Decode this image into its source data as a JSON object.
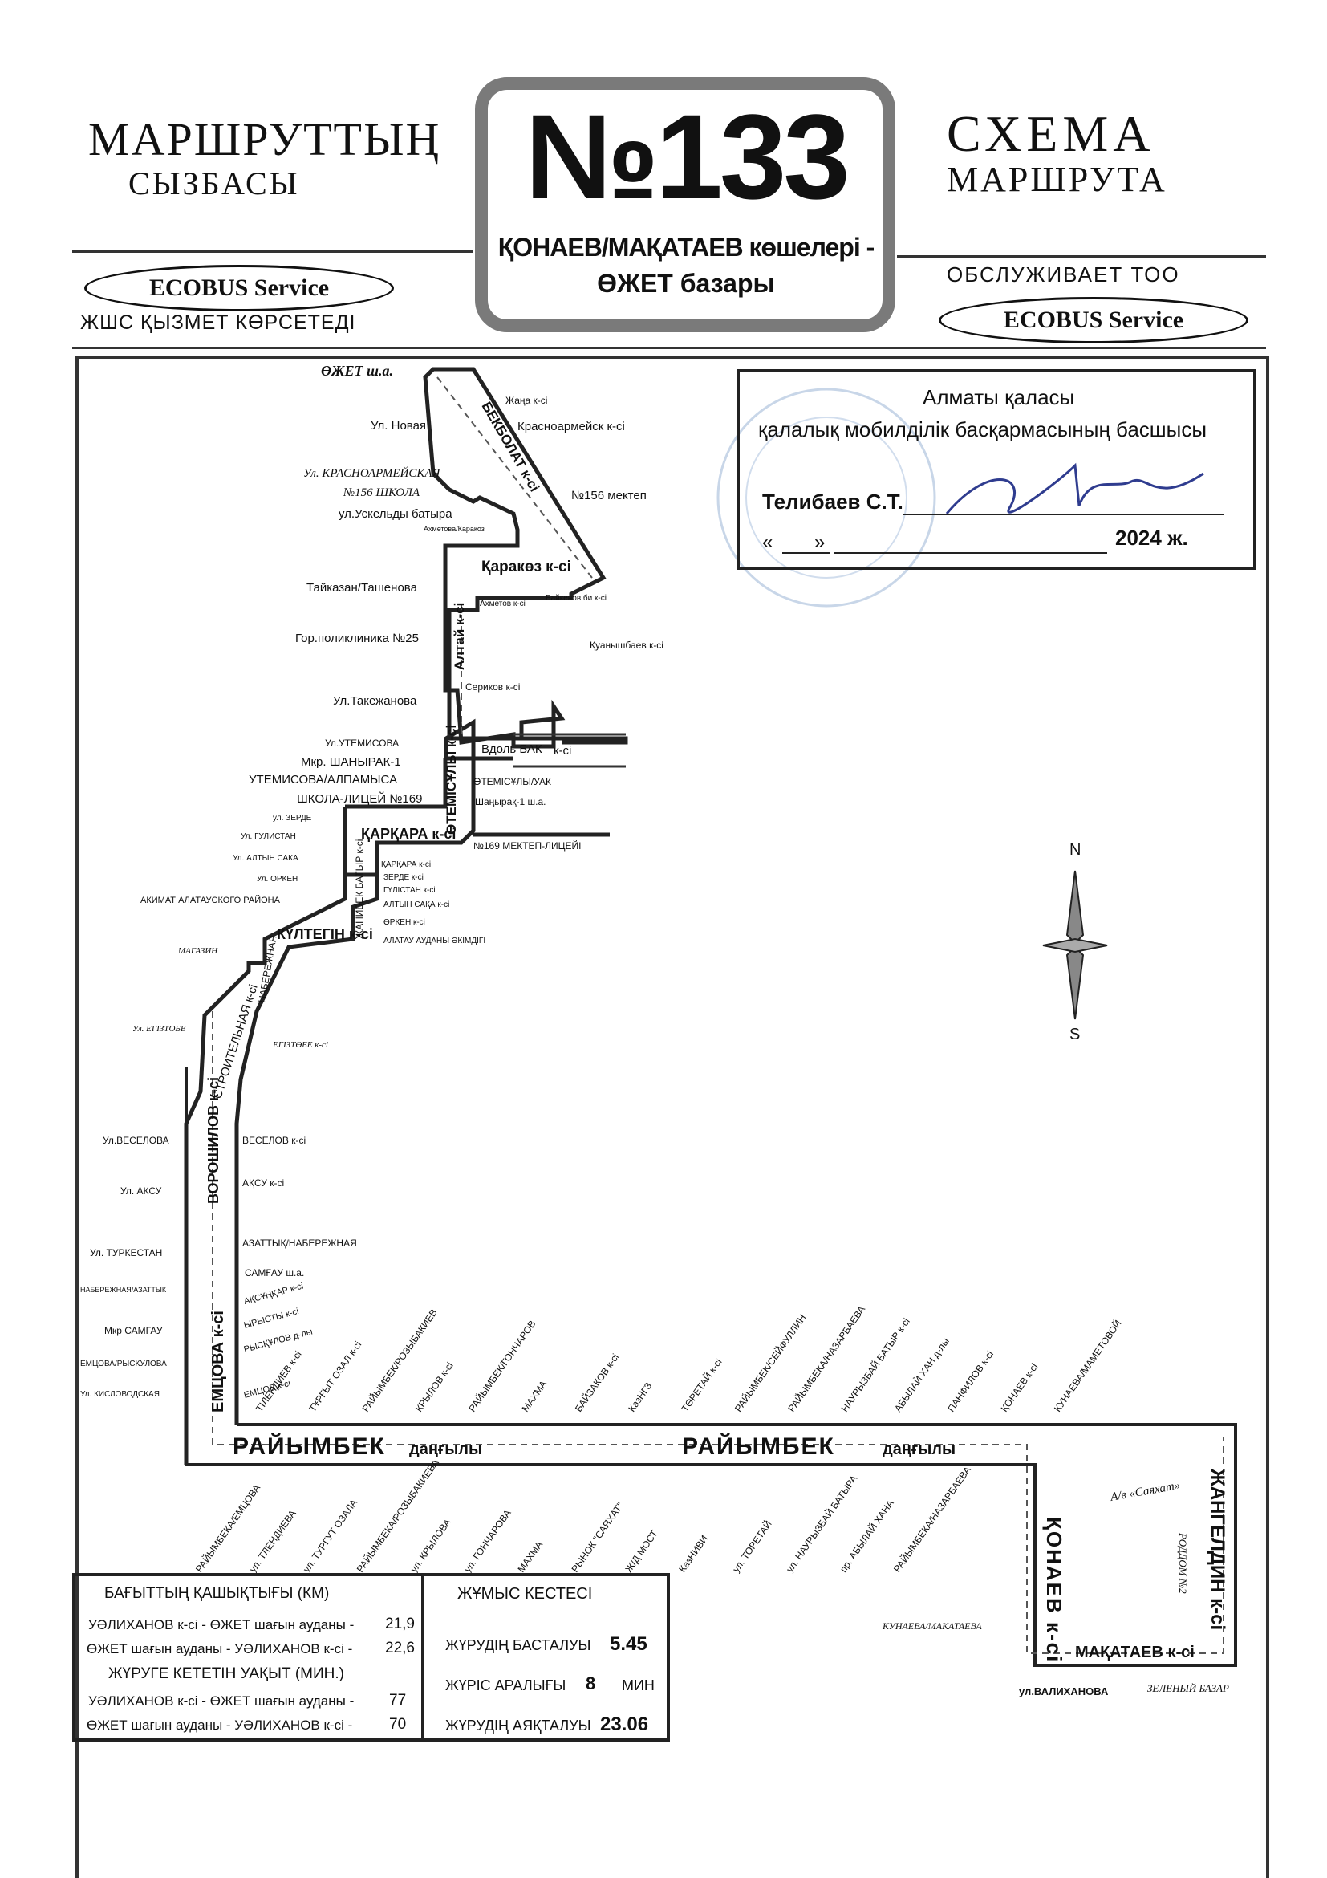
{
  "header": {
    "left_line1": "МАРШРУТТЫҢ",
    "left_line2": "СЫЗБАСЫ",
    "right_line1": "СХЕМА",
    "right_line2": "МАРШРУТА",
    "route_number": "№133",
    "route_name_line1": "ҚОНАЕВ/МАҚАТАЕВ көшелері -",
    "route_name_line2": "ӨЖЕТ базары",
    "operator_left": "ECOBUS Service",
    "operator_left_caption": "ЖШС ҚЫЗМЕТ КӨРСЕТЕДІ",
    "operator_right_caption": "ОБСЛУЖИВАЕТ ТОО",
    "operator_right": "ECOBUS Service"
  },
  "approval": {
    "line1": "Алматы қаласы",
    "line2": "қалалық мобилділік басқармасының басшысы",
    "signatory": "Телибаев С.Т.",
    "date_open": "«",
    "date_close": "»",
    "year": "2024 ж."
  },
  "compass": {
    "north": "N",
    "south": "S"
  },
  "streets": {
    "raiymbek": "РАЙЫМБЕК",
    "dangyly": "даңғылы",
    "konaev": "ҚОНАЕВ к-сі",
    "makataev": "МАҚАТАЕВ к-сі",
    "zhangeldin": "ЖАНГЕЛДИН к-сі",
    "emtsova": "ЕМЦОВА к-сі",
    "voroshilov": "ВОРОШИЛОВ к-сі",
    "stroitelnaya": "СТРОИТЕЛЬНАЯ к-сі",
    "naberezhnaya": "НАБЕРЕЖНАЯ",
    "kultegin": "КҮЛТЕГІН к-сі",
    "karkara": "ҚАРҚАРА к-сі",
    "otemisuly": "ӨТЕМІСҰЛЫ к-сі",
    "altai": "Алтай к-сі",
    "karakoz": "Қаракөз к-сі",
    "bekbolat": "БЕКБОЛАТ к-сі",
    "zhanibek": "ЖАНИБЕК БАТЫР к-сі",
    "vdol_bak": "Вдоль БАК",
    "kmg": "к-сі"
  },
  "top_labels": {
    "ozhet": "ӨЖЕТ ш.а.",
    "zhana": "Жаңа к-сі",
    "novaya": "Ул. Новая",
    "krasnoarmeisk": "Красноармейск к-сі",
    "krasnoarm_ul": "Ул. КРАСНОАРМЕЙСКАЯ",
    "shkola156": "№156 ШКОЛА",
    "mektep156": "№156 мектеп",
    "uskeldy": "ул.Ускельды батыра",
    "akhmetova_karakoz": "Ахметова/Каракоз",
    "taikazan": "Тайказан/Ташенова",
    "akhmetov": "Ахметов к-сі",
    "baikenov": "Байкенов би к-сі",
    "poliklinika": "Гор.поликлиника №25",
    "kuanyshbaev": "Қуанышбаев к-сі",
    "serikov": "Сериков к-сі",
    "takezhanova": "Ул.Такежанова",
    "utemisova": "Ул.УТЕМИСОВА",
    "shanyrak1": "Мкр. ШАНЫРАК-1",
    "utemisova_alpamysa": "УТЕМИСОВА/АЛПАМЫСА",
    "shkola169": "ШКОЛА-ЛИЦЕЙ №169",
    "otemisuly_uak": "ӨТЕМІСҰЛЫ/УАК",
    "shanyrak1_sha": "Шаңырақ-1 ш.а.",
    "mektep169": "№169 МЕКТЕП-ЛИЦЕЙІ",
    "zerde": "ул. ЗЕРДЕ",
    "gulistan": "Ул. ГУЛИСТАН",
    "altyn_saka": "Ул. АЛТЫН САКА",
    "orken": "Ул. ОРКЕН",
    "akimat": "АКИМАТ АЛАТАУСКОГО РАЙОНА",
    "karkara_ksi": "ҚАРҚАРА к-сі",
    "zerde_ksi": "ЗЕРДЕ к-сі",
    "gulistan_ksi": "ГҮЛІСТАН к-сі",
    "altyn_saka_ksi": "АЛТЫН САҚА к-сі",
    "orken_ksi": "ӨРКЕН к-сі",
    "alatau_akim": "АЛАТАУ АУДАНЫ ӘКІМДІГІ",
    "magazin": "МАГАЗИН",
    "egiztobe": "Ул. ЕГІЗТОБЕ",
    "egiztobe_ksi": "ЕГІЗТӨБЕ к-сі",
    "veselova": "Ул.ВЕСЕЛОВА",
    "veselov_ksi": "ВЕСЕЛОВ к-сі",
    "aksu": "Ул. АКСУ",
    "aksu_ksi": "АҚСУ к-сі",
    "turkestan": "Ул. ТУРКЕСТАН",
    "azattyk": "АЗАТТЫҚ/НАБЕРЕЖНАЯ",
    "naberezh_azat": "НАБЕРЕЖНАЯ/АЗАТТЫК",
    "samgau_sha": "САМҒАУ ш.а.",
    "samgau": "Мкр САМГАУ",
    "aksunkar": "АҚСҰҢҚАР к-сі",
    "yrysty": "ЫРЫСТЫ к-сі",
    "emtsova_ryskulova": "ЕМЦОВА/РЫСКУЛОВА",
    "ryskulov": "РЫСҚҰЛОВ д-лы",
    "kislovodskaya": "Ул. КИСЛОВОДСКАЯ",
    "emtsov_ksi": "ЕМЦОВ к-сі"
  },
  "raiymbek_top": [
    "ТІЛЕНДИЕВ к-сі",
    "ТҰРҒЫТ ОЗАЛ к-сі",
    "РАЙЫМБЕК/РОЗЫБАКИЕВ",
    "КРЫЛОВ к-сі",
    "РАЙЫМБЕК/ГОНЧАРОВ",
    "МАХМА",
    "БАЙЗАКОВ к-сі",
    "КазНГЗ",
    "ТӨРЕТАЙ к-сі",
    "РАЙЫМБЕК/СЕЙФУЛЛИН",
    "РАЙЫМБЕКА/НАЗАРБАЕВА",
    "НАУРЫЗБАЙ БАТЫР к-сі",
    "АБЫЛАЙ ХАН д-лы",
    "ПАНФИЛОВ к-сі",
    "ҚОНАЕВ к-сі",
    "КУНАЕВА/МАМЕТОВОЙ"
  ],
  "raiymbek_bottom": [
    "РАЙЫМБЕКА/ЕМЦОВА",
    "ул. ТЛЕНДИЕВА",
    "ул. ТУРГУТ ОЗАЛА",
    "РАЙЫМБЕКА/РОЗЫБАКИЕВА",
    "ул. КРЫЛОВА",
    "ул. ГОНЧАРОВА",
    "МАХМА",
    "РЫНОК \"САЯХАТ\"",
    "Ж/Д МОСТ",
    "КазНИВИ",
    "ул. ТОРЕТАЙ",
    "ул. НАУРЫЗБАЙ БАТЫРА",
    "пр. АБЫЛАЙ ХАНА",
    "РАЙЫМБЕКА/НАЗАРБАЕВА"
  ],
  "bottom_right": {
    "sayahat": "А/в «Саяхат»",
    "roddom": "РОДДОМ №2",
    "kunaeva_makataeva": "КУНАЕВА/МАКАТАЕВА",
    "valikhanova": "ул.ВАЛИХАНОВА",
    "zeleny": "ЗЕЛЕНЫЙ БАЗАР"
  },
  "distance": {
    "title": "БАҒЫТТЫҢ ҚАШЫҚТЫҒЫ (КМ)",
    "rows": [
      {
        "label": "УӘЛИХАНОВ к-сі  - ӨЖЕТ шағын ауданы -",
        "value": "21,9"
      },
      {
        "label": "ӨЖЕТ шағын ауданы - УӘЛИХАНОВ к-сі -",
        "value": "22,6"
      }
    ],
    "time_title": "ЖҮРУГЕ КЕТЕТІН УАҚЫТ (МИН.)",
    "time_rows": [
      {
        "label": "УӘЛИХАНОВ к-сі - ӨЖЕТ шағын ауданы -",
        "value": "77"
      },
      {
        "label": "ӨЖЕТ шағын ауданы - УӘЛИХАНОВ к-сі -",
        "value": "70"
      }
    ]
  },
  "schedule": {
    "title": "ЖҰМЫС КЕСТЕСІ",
    "start_label": "ЖҮРУДІҢ БАСТАЛУЫ",
    "start_value": "5.45",
    "interval_label": "ЖҮРІС АРАЛЫҒЫ",
    "interval_value": "8",
    "interval_unit": "МИН",
    "end_label": "ЖҮРУДІҢ АЯҚТАЛУЫ",
    "end_value": "23.06"
  }
}
